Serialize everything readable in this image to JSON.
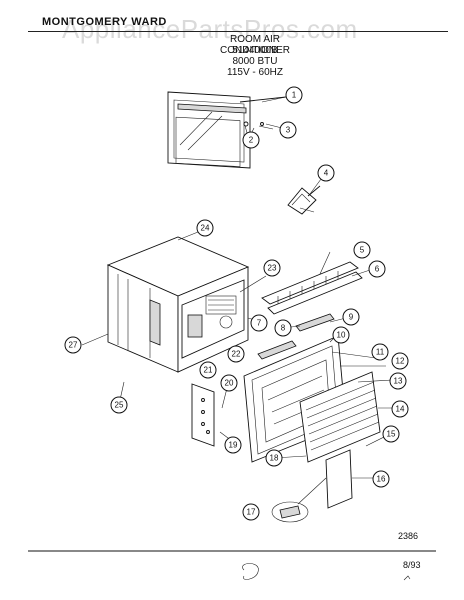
{
  "watermark": "AppliancePartsPros.com",
  "brand": "MONTGOMERY WARD",
  "spec": {
    "line1": "ROOM AIR CONDITIONER",
    "line2": "5144000B",
    "line3": "8000 BTU",
    "line4": "115V - 60HZ"
  },
  "footer": {
    "code": "2386",
    "date": "8/93"
  },
  "callouts": [
    "1",
    "2",
    "3",
    "4",
    "5",
    "6",
    "7",
    "8",
    "9",
    "10",
    "11",
    "12",
    "13",
    "14",
    "15",
    "16",
    "17",
    "18",
    "19",
    "20",
    "21",
    "22",
    "23",
    "24",
    "25",
    "27"
  ]
}
